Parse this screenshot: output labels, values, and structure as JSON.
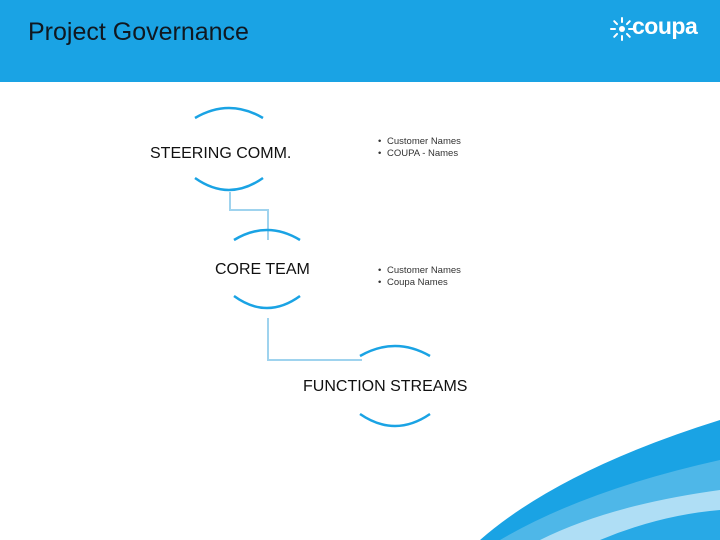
{
  "header": {
    "title": "Project Governance",
    "brand": "coupa",
    "bg_color": "#1aa3e4"
  },
  "diagram": {
    "accent_color": "#1aa3e4",
    "connector_color": "#9fd3ee",
    "nodes": [
      {
        "label": "STEERING COMM.",
        "bullets": [
          "Customer Names",
          "COUPA - Names"
        ]
      },
      {
        "label": "CORE TEAM",
        "bullets": [
          "Customer Names",
          "Coupa Names"
        ]
      },
      {
        "label": "FUNCTION STREAMS",
        "bullets": []
      }
    ]
  }
}
